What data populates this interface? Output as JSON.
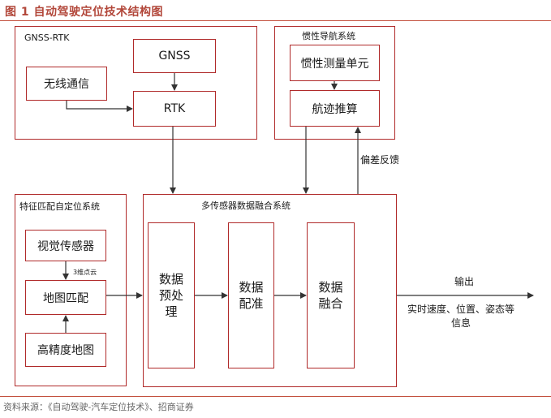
{
  "figure": {
    "title": "图 1  自动驾驶定位技术结构图",
    "source": "资料来源：《自动驾驶-汽车定位技术》、招商证券"
  },
  "diagram": {
    "gnss_rtk": {
      "label": "GNSS-RTK",
      "gnss": "GNSS",
      "wireless": "无线通信",
      "rtk": "RTK"
    },
    "inertial": {
      "label": "惯性导航系统",
      "imu": "惯性测量单元",
      "dead_reckoning": "航迹推算"
    },
    "feature": {
      "label": "特征匹配自定位系统",
      "vision": "视觉传感器",
      "map_match": "地图匹配",
      "hd_map": "高精度地图",
      "edge_3d": "3维点云"
    },
    "fusion": {
      "label": "多传感器数据融合系统",
      "preprocess": "数据\n预处\n理",
      "register": "数据\n配准",
      "merge": "数据\n融合"
    },
    "feedback": "偏差反馈",
    "output": {
      "label": "输出",
      "detail": "实时速度、位置、姿态等\n信息"
    }
  }
}
